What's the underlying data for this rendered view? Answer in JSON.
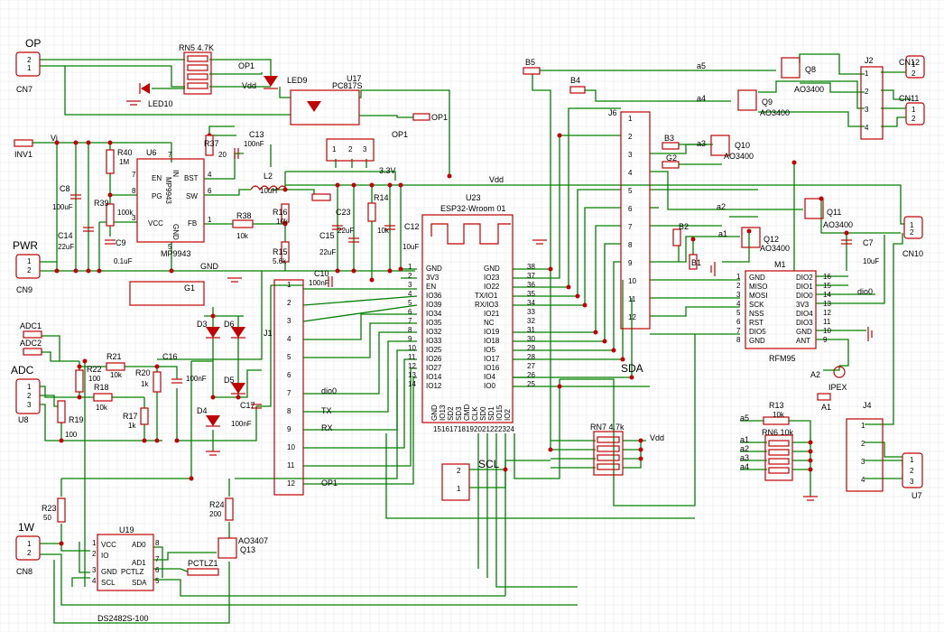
{
  "ports": {
    "op": "OP",
    "cn7": "CN7",
    "pwr": "PWR",
    "cn9": "CN9",
    "adc": "ADC",
    "u8": "U8",
    "onewire": "1W",
    "cn8": "CN8",
    "cn10": "CN10",
    "cn11": "CN11",
    "cn12": "CN12",
    "u7": "U7",
    "j2": "J2",
    "j4": "J4"
  },
  "nets": {
    "vi": "Vi",
    "inv1": "INV1",
    "vdd": "Vdd",
    "gnd": "GND",
    "v33": "3.3V",
    "sda": "SDA",
    "scl": "SCL",
    "adc1": "ADC1",
    "adc2": "ADC2",
    "op1": "OP1",
    "tx": "TX",
    "rx": "RX",
    "dio0": "dio0",
    "pctlz1": "PCTLZ1",
    "b1": "B1",
    "b2": "B2",
    "b3": "B3",
    "b4": "B4",
    "b5": "B5",
    "g1": "G1",
    "g2": "G2",
    "a1": "a1",
    "a2": "a2",
    "a3": "a3",
    "a4": "a4",
    "a5": "a5",
    "a1_flag": "A1",
    "ipex": "IPEX"
  },
  "components": {
    "rn5": "RN5 4.7K",
    "led10": "LED10",
    "led9": "LED9",
    "u17": "U17",
    "pc817s": "PC817S",
    "u6": "U6",
    "mp9943": "MP9943",
    "r40": "R40",
    "r40v": "1M",
    "r39": "R39",
    "r39v": "100k",
    "c8": "C8",
    "c8v": "100uF",
    "c14": "C14",
    "c14v": "22uF",
    "c9": "C9",
    "c9v": "0.1uF",
    "r37": "R37",
    "r37v": "20",
    "c13": "C13",
    "c13v": "100nF",
    "l2": "L2",
    "l2v": "10uH",
    "r16": "R16",
    "r16v": "10k",
    "r15": "R15",
    "r15v": "5.6k",
    "r38": "R38",
    "r38v": "10k",
    "c23": "C23",
    "c15": "C15",
    "c15v": "22uF",
    "c23v": "22uF",
    "r14": "R14",
    "r14v": "10k",
    "c12": "C12",
    "c12v": "10uF",
    "c10": "C10",
    "c10v": "100nF",
    "u23": "U23",
    "esp32": "ESP32-Wroom 01",
    "j1": "J1",
    "j6": "J6",
    "r22": "R22",
    "r22v": "100",
    "r21": "R21",
    "r21v": "10k",
    "r20": "R20",
    "r20v": "1k",
    "r18": "R18",
    "r18v": "10k",
    "r17": "R17",
    "r17v": "1k",
    "r19": "R19",
    "r19v": "100",
    "c16": "C16",
    "c16v": "100nF",
    "c17": "C17",
    "c17v": "100nF",
    "d3": "D3",
    "d4": "D4",
    "d5": "D5",
    "d6": "D6",
    "r23": "R23",
    "r23v": "50",
    "r24": "R24",
    "r24v": "200",
    "u19": "U19",
    "ds2482": "DS2482S-100",
    "q13": "Q13",
    "ao3407": "AO3407",
    "rn7": "RN7 4.7k",
    "rn6": "RN6 10k",
    "r13": "R13",
    "r13v": "10k",
    "m1": "M1",
    "rfm95": "RFM95",
    "q8": "Q8",
    "q9": "Q9",
    "q10": "Q10",
    "q11": "Q11",
    "q12": "Q12",
    "ao3400": "AO3400",
    "c7": "C7",
    "c7v": "10uF",
    "a2": "A2"
  },
  "u6_pins": {
    "en": "EN",
    "pg": "PG",
    "vcc": "VCC",
    "bst": "BST",
    "sw": "SW",
    "fb": "FB",
    "in": "IN",
    "gnd": "GND",
    "body": "MP9943",
    "n7": "7",
    "n8": "8",
    "n3": "3",
    "n4": "4",
    "n6": "6",
    "n1": "1",
    "n5": "5"
  },
  "esp_left": [
    "GND",
    "3V3",
    "EN",
    "IO36",
    "IO39",
    "IO34",
    "IO35",
    "IO32",
    "IO33",
    "IO25",
    "IO26",
    "IO27",
    "IO14",
    "IO12"
  ],
  "esp_left_nums": [
    "1",
    "2",
    "3",
    "4",
    "5",
    "6",
    "7",
    "8",
    "9",
    "10",
    "11",
    "12",
    "13",
    "14"
  ],
  "esp_right": [
    "GND",
    "IO23",
    "IO22",
    "TX/IO1",
    "RX/IO3",
    "IO21",
    "NC",
    "IO19",
    "IO18",
    "IO5",
    "IO17",
    "IO16",
    "IO4",
    "IO0"
  ],
  "esp_right_nums": [
    "38",
    "37",
    "36",
    "35",
    "34",
    "33",
    "32",
    "31",
    "30",
    "29",
    "28",
    "27",
    "26",
    "25"
  ],
  "esp_bottom": [
    "GND",
    "IO13",
    "SD2",
    "SD3",
    "CMD",
    "CLK",
    "SD0",
    "SD1",
    "IO15",
    "IO2"
  ],
  "esp_bottom_nums": [
    "15",
    "16",
    "17",
    "18",
    "19",
    "20",
    "21",
    "22",
    "23",
    "24"
  ],
  "j1_pins": [
    "1",
    "2",
    "3",
    "4",
    "5",
    "6",
    "7",
    "8",
    "9",
    "10",
    "11",
    "12"
  ],
  "j6_pins": [
    "1",
    "2",
    "3",
    "4",
    "5",
    "6",
    "7",
    "8",
    "9",
    "10",
    "11",
    "12"
  ],
  "rfm_left": [
    "GND",
    "MISO",
    "MOSI",
    "SCK",
    "NSS",
    "RST",
    "DIO5",
    "GND"
  ],
  "rfm_left_nums": [
    "1",
    "2",
    "3",
    "4",
    "5",
    "6",
    "7",
    "8"
  ],
  "rfm_right": [
    "DIO2",
    "DIO1",
    "DIO0",
    "3V3",
    "DIO4",
    "DIO3",
    "GND",
    "ANT"
  ],
  "rfm_right_nums": [
    "16",
    "15",
    "14",
    "13",
    "12",
    "11",
    "10",
    "9"
  ],
  "u19_pins": {
    "vcc": "VCC",
    "io": "IO",
    "gnd": "GND",
    "scl": "SCL",
    "ad0": "AD0",
    "ad1": "AD1",
    "pctlz": "PCTLZ",
    "sda": "SDA",
    "n1": "1",
    "n2": "2",
    "n3": "3",
    "n4": "4",
    "n5": "5",
    "n6": "6",
    "n7": "7",
    "n8": "8"
  },
  "j2_pins": [
    "1",
    "2",
    "3",
    "4"
  ],
  "j4_pins": [
    "1",
    "2",
    "3",
    "4"
  ],
  "small_pins": {
    "one": "1",
    "two": "2",
    "three": "3"
  },
  "colors": {
    "wire": "#008000",
    "part": "#c00000",
    "grid": "#e6e6e6"
  }
}
